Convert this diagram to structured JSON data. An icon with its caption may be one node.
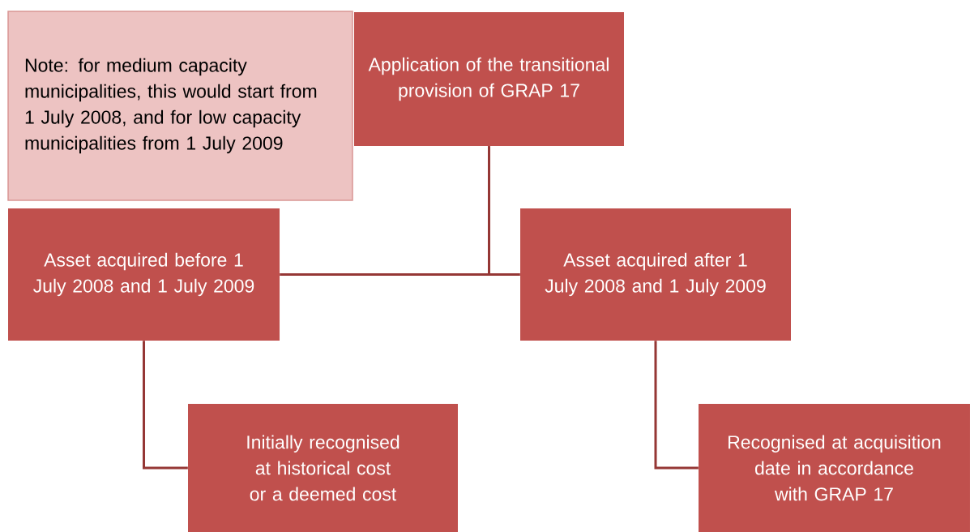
{
  "diagram": {
    "nodes": [
      {
        "text": [
          "Note: for medium capacity municipalities, this would start from 1 July 2008, and for low capacity municipalities from 1 July 2009"
        ]
      },
      {
        "text": [
          "Application of the transitional provision of GRAP 17"
        ]
      },
      {
        "text": [
          "Asset acquired before 1 July 2008 and 1 July 2009"
        ]
      },
      {
        "text": [
          "Asset acquired after 1 July 2008 and 1 July 2009"
        ]
      },
      {
        "text": [
          "Initially recognised at historical cost or a deemed cost"
        ]
      },
      {
        "text": [
          "Recognised at acquisition date in accordance with GRAP 17"
        ]
      }
    ],
    "edges": [
      {
        "from": 1,
        "to": 2,
        "arrow": "none"
      },
      {
        "from": 1,
        "to": 3,
        "arrow": "none"
      },
      {
        "from": 2,
        "to": 4,
        "arrow": "none"
      },
      {
        "from": 3,
        "to": 5,
        "arrow": "none"
      }
    ]
  }
}
